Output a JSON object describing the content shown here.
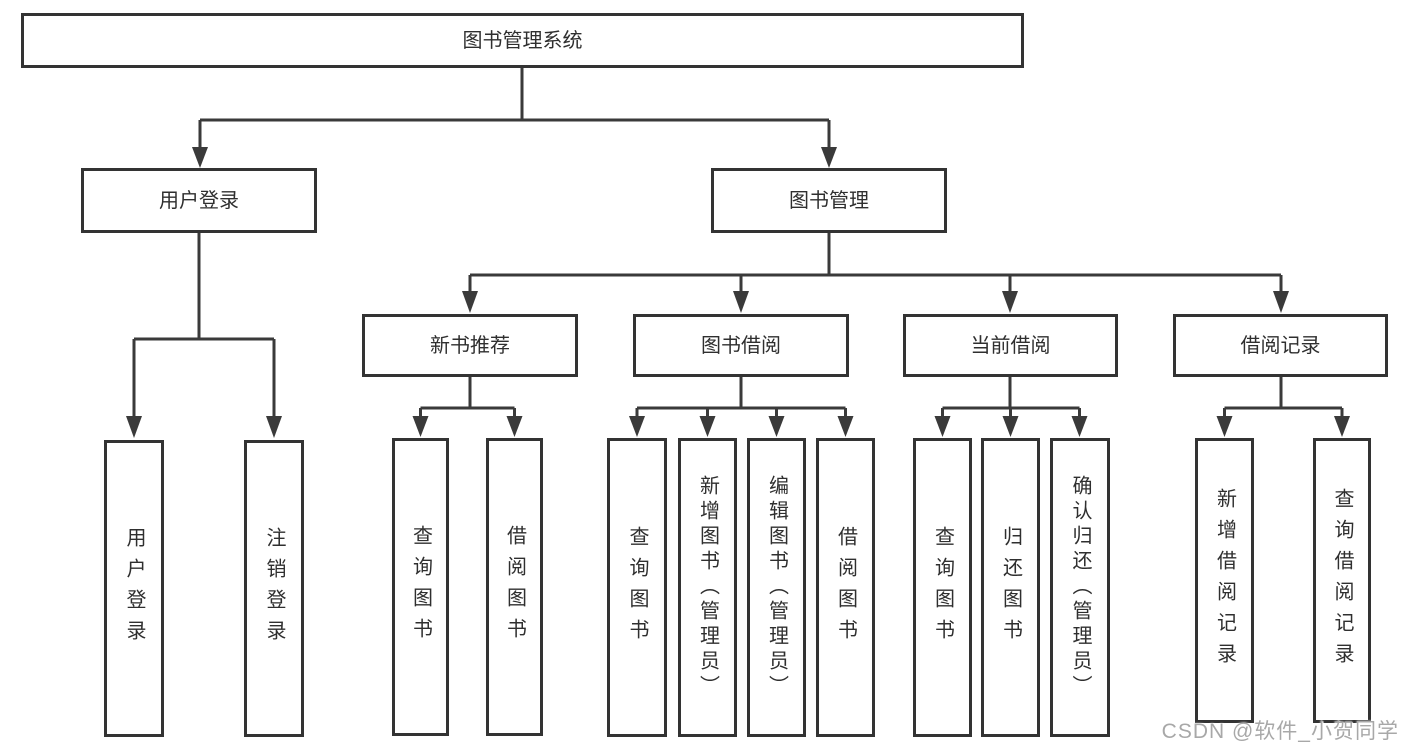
{
  "diagram": {
    "colors": {
      "border": "#333333",
      "line": "#3a3a3a",
      "text": "#2f2f2f",
      "background": "#ffffff",
      "watermark": "#a8a8a8"
    },
    "root": {
      "label": "图书管理系统"
    },
    "branches": [
      {
        "label": "用户登录",
        "children": [
          {
            "label": "用户登录"
          },
          {
            "label": "注销登录"
          }
        ]
      },
      {
        "label": "图书管理",
        "children": [
          {
            "label": "新书推荐",
            "children": [
              {
                "label": "查询图书"
              },
              {
                "label": "借阅图书"
              }
            ]
          },
          {
            "label": "图书借阅",
            "children": [
              {
                "label": "查询图书"
              },
              {
                "label": "新增图书（管理员）"
              },
              {
                "label": "编辑图书（管理员）"
              },
              {
                "label": "借阅图书"
              }
            ]
          },
          {
            "label": "当前借阅",
            "children": [
              {
                "label": "查询图书"
              },
              {
                "label": "归还图书"
              },
              {
                "label": "确认归还（管理员）"
              }
            ]
          },
          {
            "label": "借阅记录",
            "children": [
              {
                "label": "新增借阅记录"
              },
              {
                "label": "查询借阅记录"
              }
            ]
          }
        ]
      }
    ],
    "watermark": "CSDN @软件_小贺同学"
  }
}
